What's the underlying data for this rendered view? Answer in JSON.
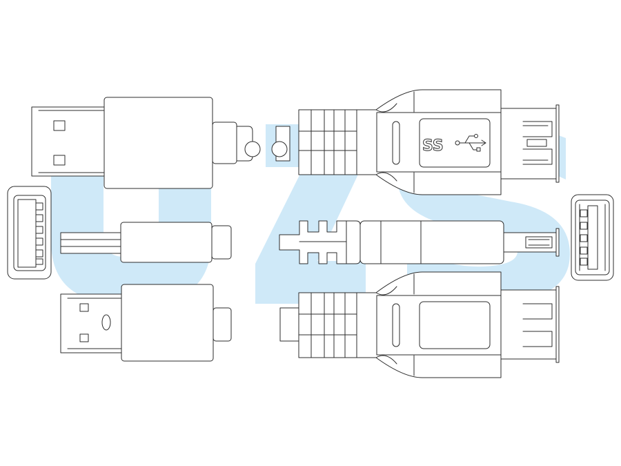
{
  "watermark": {
    "letters": [
      "U",
      "Z",
      "S"
    ],
    "color": "#cfe9f8"
  },
  "ss_logo": {
    "text": "SS"
  },
  "connectors": [
    {
      "icon": "usb-type-a-male-plug-icon"
    },
    {
      "icon": "usb-type-a-receptacle-end-view-icon"
    },
    {
      "icon": "usb-a-male-plug-side-view-icon"
    },
    {
      "icon": "usb-a-male-plug-bottom-view-icon"
    },
    {
      "icon": "usb-3-female-extension-connector-icon"
    },
    {
      "icon": "usb-female-connector-side-view-icon"
    },
    {
      "icon": "usb-2-female-extension-connector-icon"
    },
    {
      "icon": "usb-type-a-receptacle-front-view-icon"
    }
  ],
  "colors": {
    "line": "#2b2b2b",
    "fill": "#ffffff",
    "watermark": "#cfe9f8"
  }
}
